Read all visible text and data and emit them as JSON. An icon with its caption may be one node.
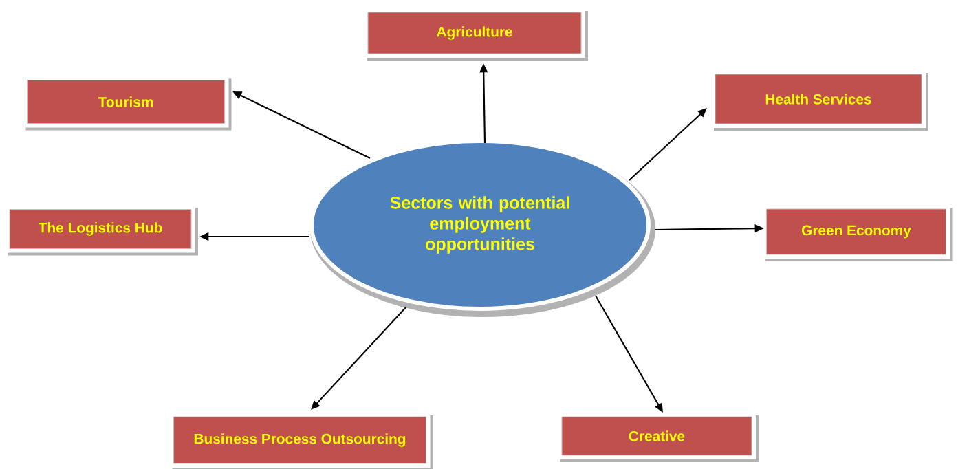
{
  "diagram": {
    "nodes": [
      {
        "text": [
          "Sectors with potential employment opportunities"
        ]
      },
      {
        "text": [
          "Agriculture"
        ]
      },
      {
        "text": [
          "Tourism"
        ]
      },
      {
        "text": [
          "Health Services"
        ]
      },
      {
        "text": [
          "The Logistics Hub"
        ]
      },
      {
        "text": [
          "Green Economy"
        ]
      },
      {
        "text": [
          "Business Process Outsourcing"
        ]
      },
      {
        "text": [
          "Creative"
        ]
      }
    ],
    "edges": [
      {
        "from": 0,
        "to": 1,
        "arrow": "to"
      },
      {
        "from": 0,
        "to": 2,
        "arrow": "to"
      },
      {
        "from": 0,
        "to": 3,
        "arrow": "to"
      },
      {
        "from": 0,
        "to": 4,
        "arrow": "to"
      },
      {
        "from": 0,
        "to": 5,
        "arrow": "to"
      },
      {
        "from": 0,
        "to": 6,
        "arrow": "to"
      },
      {
        "from": 0,
        "to": 7,
        "arrow": "to"
      }
    ]
  }
}
